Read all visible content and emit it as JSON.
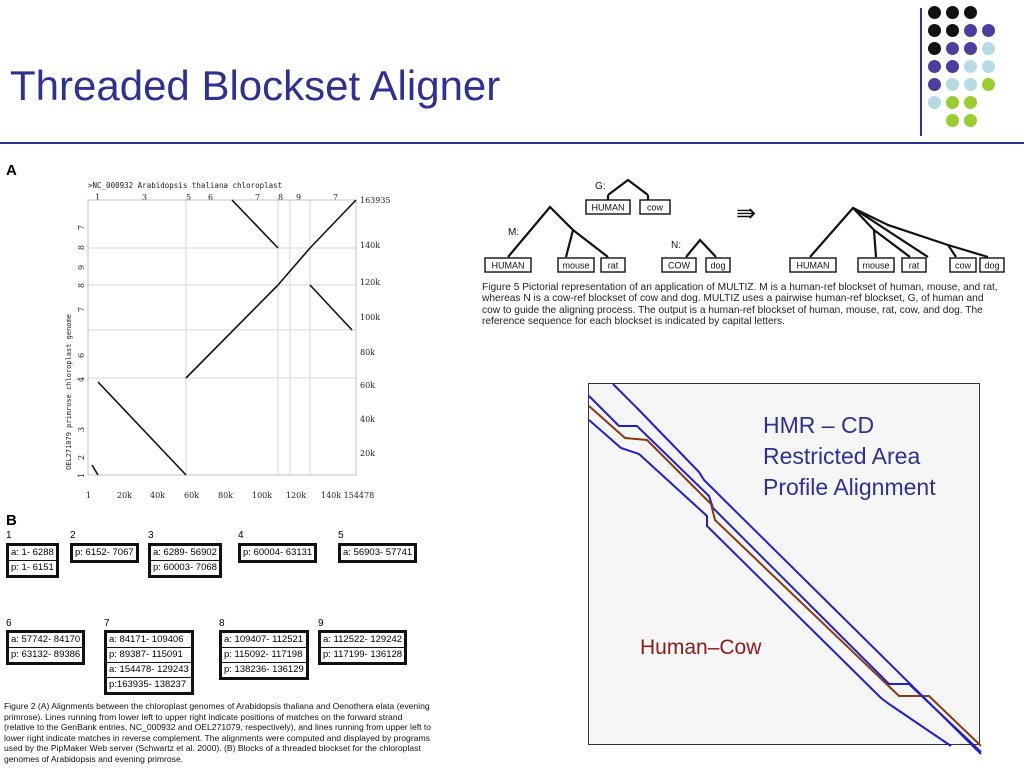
{
  "slide": {
    "title": "Threaded Blockset Aligner",
    "colors": {
      "title": "#2e3192",
      "rule": "#2e3192",
      "hmr_text": "#2e3192",
      "human_cow_text": "#8b1a1a",
      "blue_line": "#1f1fd0",
      "brown_line": "#8b3a0f"
    },
    "dots": [
      [
        "#111111",
        "#111111",
        "#111111",
        "none"
      ],
      [
        "#111111",
        "#111111",
        "#4a3f9f",
        "#4a3f9f"
      ],
      [
        "#111111",
        "#4a3f9f",
        "#4a3f9f",
        "#b7dbe2"
      ],
      [
        "#4a3f9f",
        "#4a3f9f",
        "#b7dbe2",
        "#b7dbe2"
      ],
      [
        "#4a3f9f",
        "#b7dbe2",
        "#b7dbe2",
        "#9acd32"
      ],
      [
        "#b7dbe2",
        "#9acd32",
        "#9acd32",
        "none"
      ],
      [
        "none",
        "#9acd32",
        "#9acd32",
        "none"
      ]
    ]
  },
  "figure2": {
    "panel_a_label": "A",
    "panel_b_label": "B",
    "x_axis_title": ">NC_000932 Arabidopsis thaliana chloroplast",
    "y_axis_title": "OEL271079 primrose chloroplast genome",
    "top_numbers": [
      "1",
      "3",
      "5",
      "6",
      "7",
      "8",
      "9",
      "7"
    ],
    "x_ticks": [
      "1",
      "20k",
      "40k",
      "60k",
      "80k",
      "100k",
      "120k",
      "140k 154478"
    ],
    "right_ticks": [
      "163935",
      "140k",
      "120k",
      "100k",
      "80k",
      "60k",
      "40k",
      "20k"
    ],
    "left_numbers": [
      "7",
      "8",
      "9",
      "8",
      "7",
      "6",
      "4",
      "3",
      "2",
      "1"
    ],
    "blocks_row1": [
      {
        "num": "1",
        "cells": [
          "a: 1- 6288",
          "p: 1- 6151"
        ]
      },
      {
        "num": "2",
        "cells": [
          "p: 6152- 7067"
        ]
      },
      {
        "num": "3",
        "cells": [
          "a: 6289- 56902",
          "p: 60003- 7068"
        ]
      },
      {
        "num": "4",
        "cells": [
          "p: 60004- 63131"
        ]
      },
      {
        "num": "5",
        "cells": [
          "a: 56903- 57741"
        ]
      }
    ],
    "blocks_row2": [
      {
        "num": "6",
        "cells": [
          "a: 57742- 84170",
          "p: 63132- 89386"
        ]
      },
      {
        "num": "7",
        "cells": [
          "a: 84171- 109406",
          "p: 89387- 115091",
          "a: 154478- 129243",
          "p:163935- 138237"
        ]
      },
      {
        "num": "8",
        "cells": [
          "a: 109407- 112521",
          "p: 115092- 117198",
          "p: 138236- 136129"
        ]
      },
      {
        "num": "9",
        "cells": [
          "a: 112522- 129242",
          "p: 117199- 136128"
        ]
      }
    ],
    "caption": "Figure 2   (A) Alignments between the chloroplast genomes of Arabidopsis thaliana and Oenothera elata (evening primrose). Lines running from lower left to upper right indicate positions of matches on the forward strand (relative to the GenBank entries, NC_000932 and OEL271079, respectively), and lines running from upper left to lower right indicate matches in reverse complement. The alignments were computed and displayed by programs used by the PipMaker Web server (Schwartz et al. 2000). (B) Blocks of a threaded blockset for the chloroplast genomes of Arabidopsis and evening primrose."
  },
  "figure5": {
    "g_label": "G:",
    "m_label": "M:",
    "n_label": "N:",
    "arrow": "⇛",
    "g_boxes": [
      "HUMAN",
      "cow"
    ],
    "m_boxes": [
      "HUMAN",
      "mouse",
      "rat"
    ],
    "n_boxes": [
      "COW",
      "dog"
    ],
    "out_boxes": [
      "HUMAN",
      "mouse",
      "rat",
      "cow",
      "dog"
    ],
    "caption": "Figure 5   Pictorial representation of an application of MULTIZ. M is a human-ref blockset of human, mouse, and rat, whereas N is a cow-ref blockset of cow and dog. MULTIZ uses a pairwise human-ref blockset, G, of human and cow to guide the aligning process. The output is a human-ref blockset of human, mouse, rat, cow, and dog. The reference sequence for each blockset is indicated by capital letters."
  },
  "alignment_panel": {
    "hmr_lines": [
      "HMR – CD",
      "Restricted Area",
      "Profile Alignment"
    ],
    "human_cow_label": "Human–Cow"
  }
}
